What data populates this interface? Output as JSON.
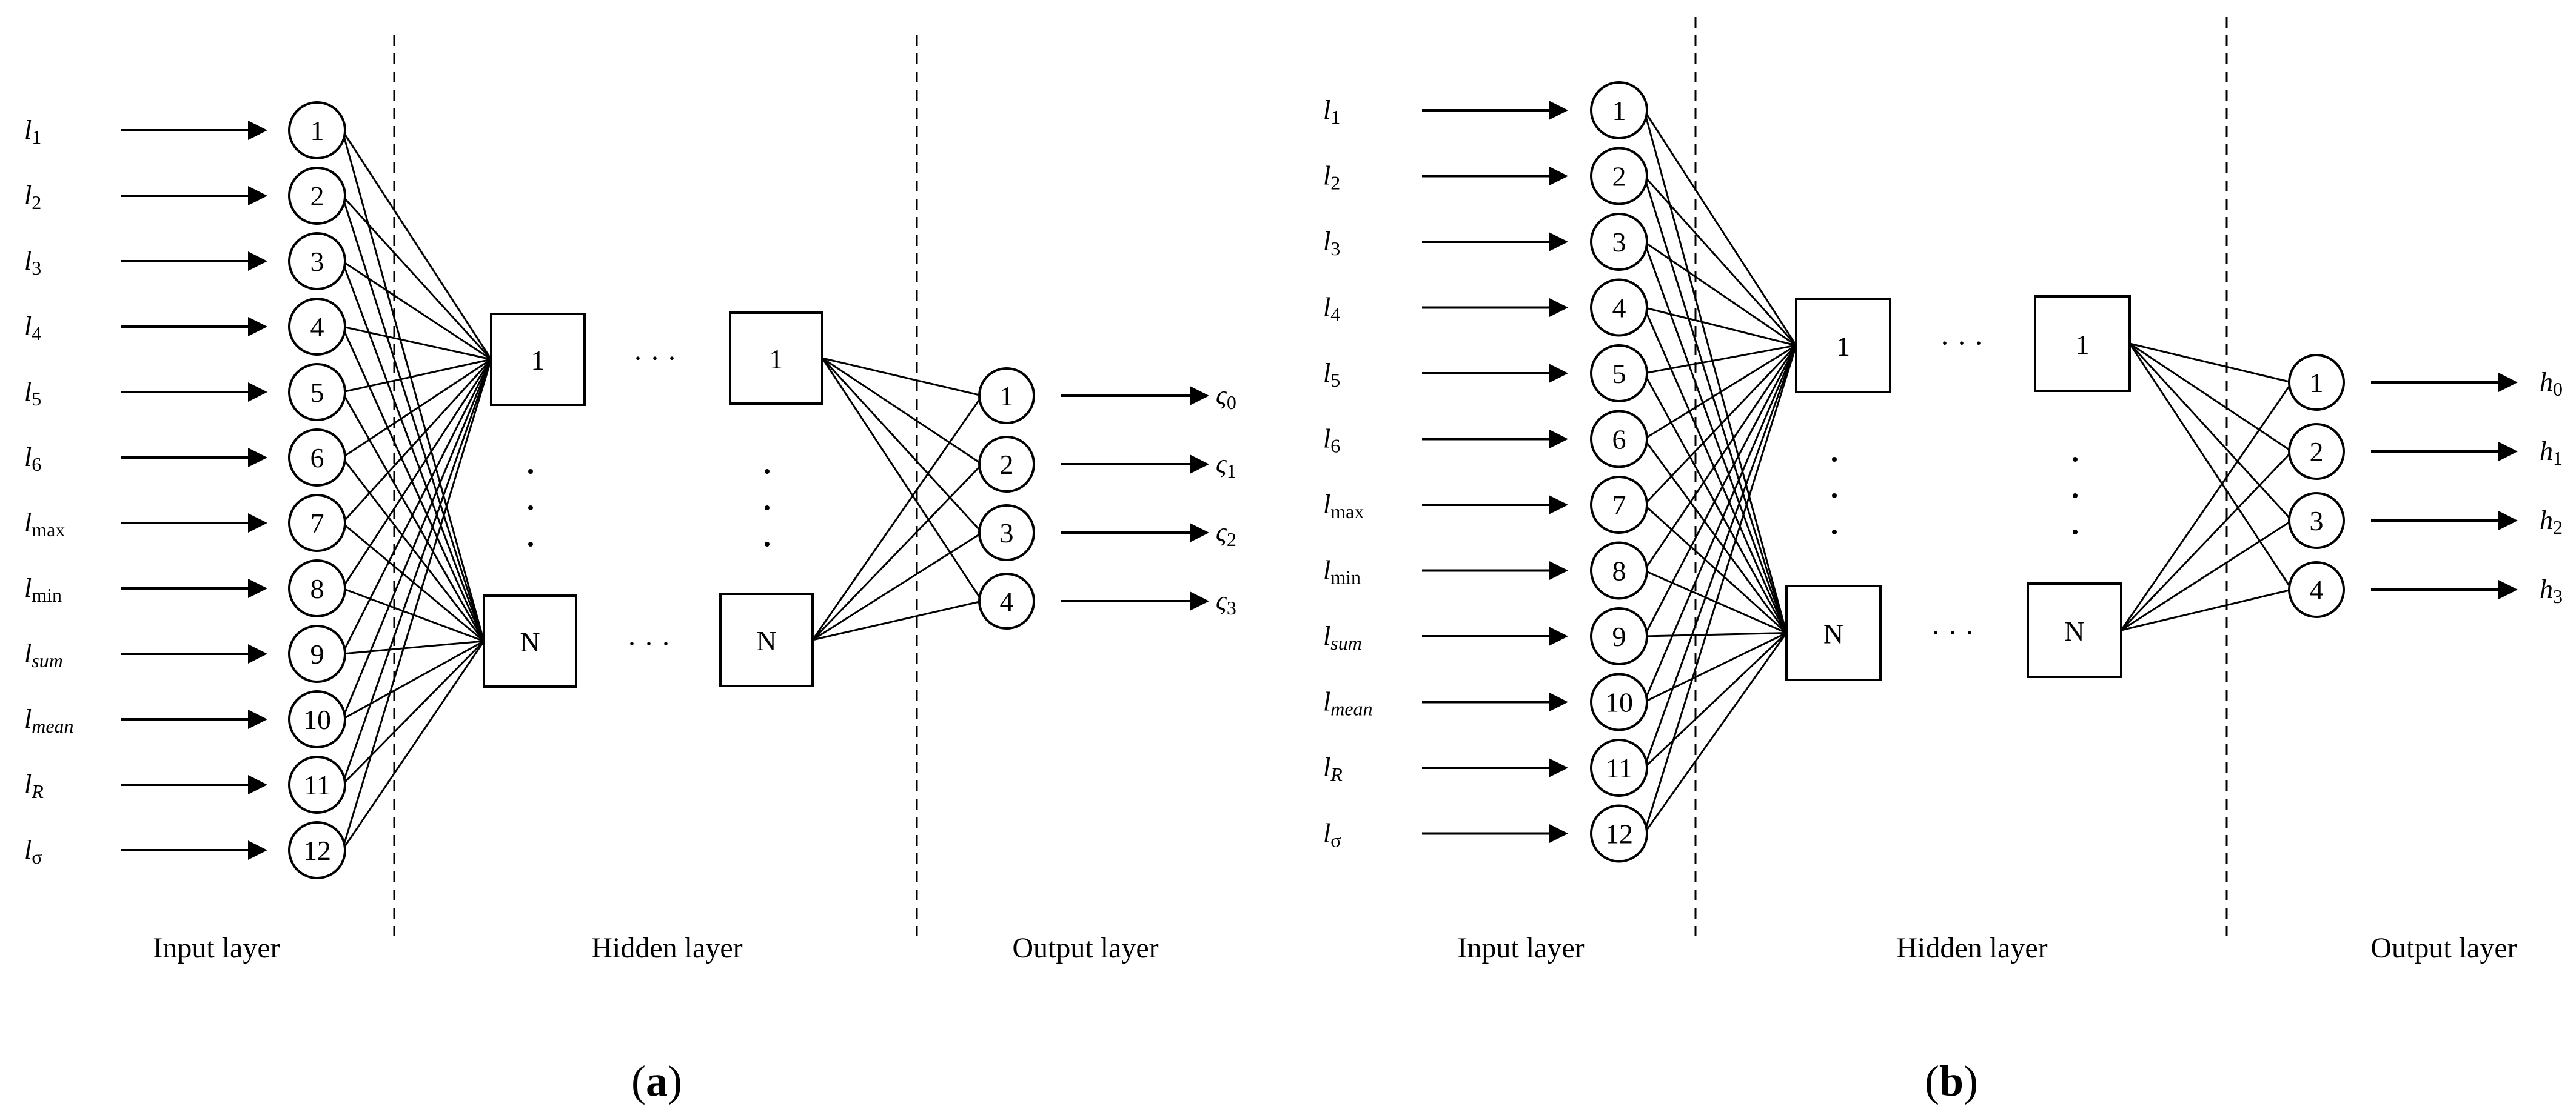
{
  "panels": [
    {
      "id": "a",
      "caption_letter": "a",
      "inputs": [
        {
          "base": "l",
          "sub": "1",
          "sub_italic": false
        },
        {
          "base": "l",
          "sub": "2",
          "sub_italic": false
        },
        {
          "base": "l",
          "sub": "3",
          "sub_italic": false
        },
        {
          "base": "l",
          "sub": "4",
          "sub_italic": false
        },
        {
          "base": "l",
          "sub": "5",
          "sub_italic": false
        },
        {
          "base": "l",
          "sub": "6",
          "sub_italic": false
        },
        {
          "base": "l",
          "sub": "max",
          "sub_italic": false
        },
        {
          "base": "l",
          "sub": "min",
          "sub_italic": false
        },
        {
          "base": "l",
          "sub": "sum",
          "sub_italic": true
        },
        {
          "base": "l",
          "sub": "mean",
          "sub_italic": true
        },
        {
          "base": "l",
          "sub": "R",
          "sub_italic": true
        },
        {
          "base": "l",
          "sub": "σ",
          "sub_italic": false
        }
      ],
      "input_nodes": [
        "1",
        "2",
        "3",
        "4",
        "5",
        "6",
        "7",
        "8",
        "9",
        "10",
        "11",
        "12"
      ],
      "hidden_top": [
        "1",
        "1"
      ],
      "hidden_bottom": [
        "N",
        "N"
      ],
      "hidden_ellipsis": "· · ·",
      "output_nodes": [
        "1",
        "2",
        "3",
        "4"
      ],
      "outputs": [
        {
          "base": "ς",
          "sub": "0"
        },
        {
          "base": "ς",
          "sub": "1"
        },
        {
          "base": "ς",
          "sub": "2"
        },
        {
          "base": "ς",
          "sub": "3"
        }
      ],
      "layer_labels": {
        "input": "Input layer",
        "hidden": "Hidden layer",
        "output": "Output layer"
      }
    },
    {
      "id": "b",
      "caption_letter": "b",
      "inputs": [
        {
          "base": "l",
          "sub": "1",
          "sub_italic": false
        },
        {
          "base": "l",
          "sub": "2",
          "sub_italic": false
        },
        {
          "base": "l",
          "sub": "3",
          "sub_italic": false
        },
        {
          "base": "l",
          "sub": "4",
          "sub_italic": false
        },
        {
          "base": "l",
          "sub": "5",
          "sub_italic": false
        },
        {
          "base": "l",
          "sub": "6",
          "sub_italic": false
        },
        {
          "base": "l",
          "sub": "max",
          "sub_italic": false
        },
        {
          "base": "l",
          "sub": "min",
          "sub_italic": false
        },
        {
          "base": "l",
          "sub": "sum",
          "sub_italic": true
        },
        {
          "base": "l",
          "sub": "mean",
          "sub_italic": true
        },
        {
          "base": "l",
          "sub": "R",
          "sub_italic": true
        },
        {
          "base": "l",
          "sub": "σ",
          "sub_italic": false
        }
      ],
      "input_nodes": [
        "1",
        "2",
        "3",
        "4",
        "5",
        "6",
        "7",
        "8",
        "9",
        "10",
        "11",
        "12"
      ],
      "hidden_top": [
        "1",
        "1"
      ],
      "hidden_bottom": [
        "N",
        "N"
      ],
      "hidden_ellipsis": "· · ·",
      "output_nodes": [
        "1",
        "2",
        "3",
        "4"
      ],
      "outputs": [
        {
          "base": "h",
          "sub": "0"
        },
        {
          "base": "h",
          "sub": "1"
        },
        {
          "base": "h",
          "sub": "2"
        },
        {
          "base": "h",
          "sub": "3"
        }
      ],
      "layer_labels": {
        "input": "Input layer",
        "hidden": "Hidden layer",
        "output": "Output layer"
      }
    }
  ]
}
